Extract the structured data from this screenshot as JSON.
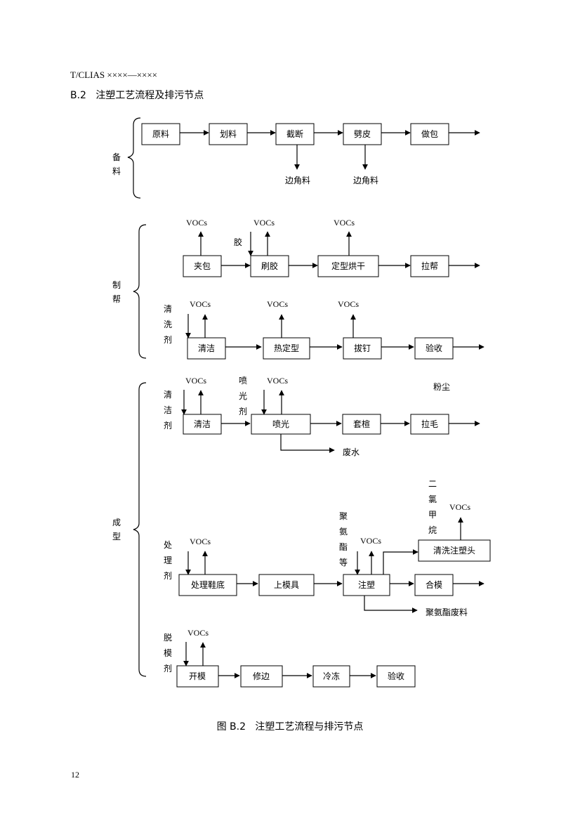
{
  "header": {
    "doc_code": "T/CLIAS ××××—××××",
    "section_title": "B.2   注塑工艺流程及排污节点"
  },
  "caption": "图 B.2   注塑工艺流程与排污节点",
  "page_number": "12",
  "stages": {
    "beiliao": "备料",
    "zhibang": "制帮",
    "chengxing": "成型"
  },
  "boxes": {
    "yuanliao": "原料",
    "hualiao": "划料",
    "jieduan": "截断",
    "pipi": "劈皮",
    "zuobao": "做包",
    "jiabao": "夹包",
    "shuajiao": "刷胶",
    "dingxing_honggan": "定型烘干",
    "labang": "拉帮",
    "qingjie1": "清洁",
    "redingxing": "热定型",
    "baoding": "拔钉",
    "yanshou1": "验收",
    "qingjie2": "清洁",
    "penguang": "喷光",
    "taoxuan": "套楦",
    "lamao": "拉毛",
    "qingxi_zhusutou": "清洗注塑头",
    "chuli_xiedi": "处理鞋底",
    "shangmoju": "上模具",
    "zhusu": "注塑",
    "hemo": "合模",
    "kaimo": "开模",
    "xiubian": "修边",
    "lengdong": "冷冻",
    "yanshou2": "验收"
  },
  "emissions": {
    "voc": "VOCs",
    "bianjiaoliao": "边角料",
    "feishui": "废水",
    "fenchen": "粉尘",
    "juanzhi_feiliao": "聚氨酯废料"
  },
  "inputs": {
    "jiao": "胶",
    "qingxiji": "清洗剂",
    "qingjieji": "清洁剂",
    "penguangji": "喷光剂",
    "eryuanjiawan": "二氯甲烷",
    "chuliji": "处理剂",
    "juanzhi_deng": "聚氨酯等",
    "tuomoji": "脱模剂"
  }
}
